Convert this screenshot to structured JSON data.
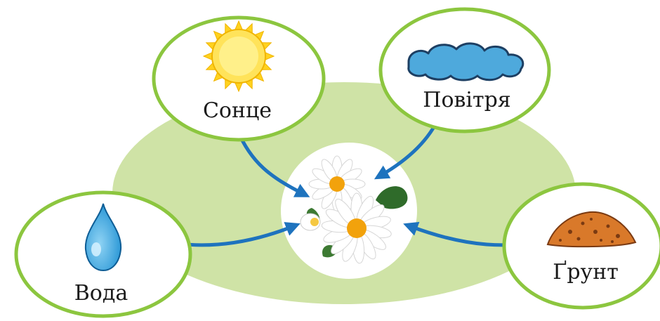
{
  "center": {
    "label": ""
  },
  "nodes": {
    "sun": {
      "label": "Сонце",
      "icon": "sun-icon"
    },
    "air": {
      "label": "Повітря",
      "icon": "cloud-icon"
    },
    "water": {
      "label": "Вода",
      "icon": "water-drop-icon"
    },
    "soil": {
      "label": "Ґрунт",
      "icon": "soil-pile-icon"
    }
  },
  "colors": {
    "background_ellipse": "#cfe3a6",
    "circle_border": "#8cc63f",
    "arrow": "#1e73be",
    "sun": "#ffd21f",
    "cloud": "#4ea9dc",
    "water": "#3aa6e0",
    "soil": "#d9792a"
  }
}
